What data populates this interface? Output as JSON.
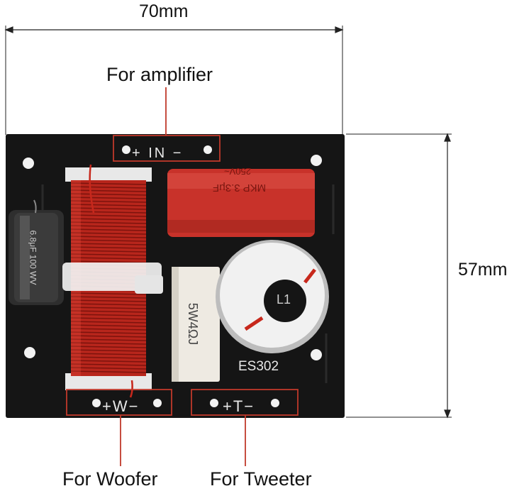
{
  "dimensions": {
    "width": "70mm",
    "height": "57mm"
  },
  "captions": {
    "amplifier": "For amplifier",
    "woofer": "For Woofer",
    "tweeter": "For Tweeter"
  },
  "board": {
    "in_terminal": "+ IN −",
    "woofer_terminal": "+W−",
    "tweeter_terminal": "+T−",
    "model": "ES302",
    "inductor_label": "L1",
    "resistor_label": "5W4ΩJ",
    "capacitor_label": "MKP 3.3μF",
    "capacitor_voltage": "250V~",
    "electrolytic_label": "6.8μF 100 WV"
  },
  "colors": {
    "pcb": "#151515",
    "copper": "#b8261c",
    "capacitor": "#c8322a",
    "callout": "#c0392b",
    "dimension_line": "#222222"
  }
}
